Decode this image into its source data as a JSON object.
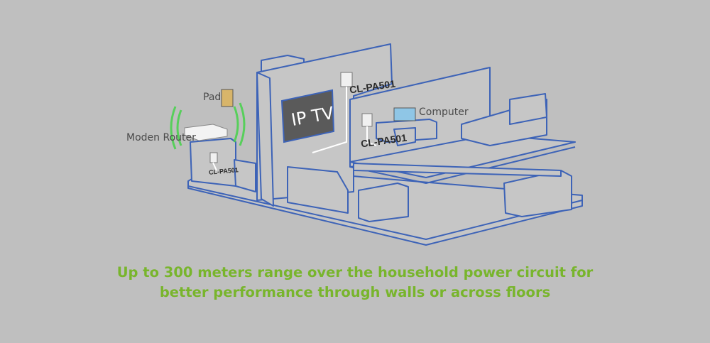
{
  "labels": {
    "pad": "Pad",
    "router": "Moden Router",
    "computer": "Computer",
    "tv": "IP TV",
    "adapter_top": "CL-PA501",
    "adapter_desk": "CL-PA501",
    "adapter_router": "CL-PA501"
  },
  "caption": {
    "line1": "Up to 300 meters range over the household power circuit for",
    "line2": "better performance through walls or across floors"
  },
  "colors": {
    "background": "#bfbfbf",
    "outline": "#3d63b7",
    "caption": "#78b52c",
    "signal": "#46d24a"
  }
}
